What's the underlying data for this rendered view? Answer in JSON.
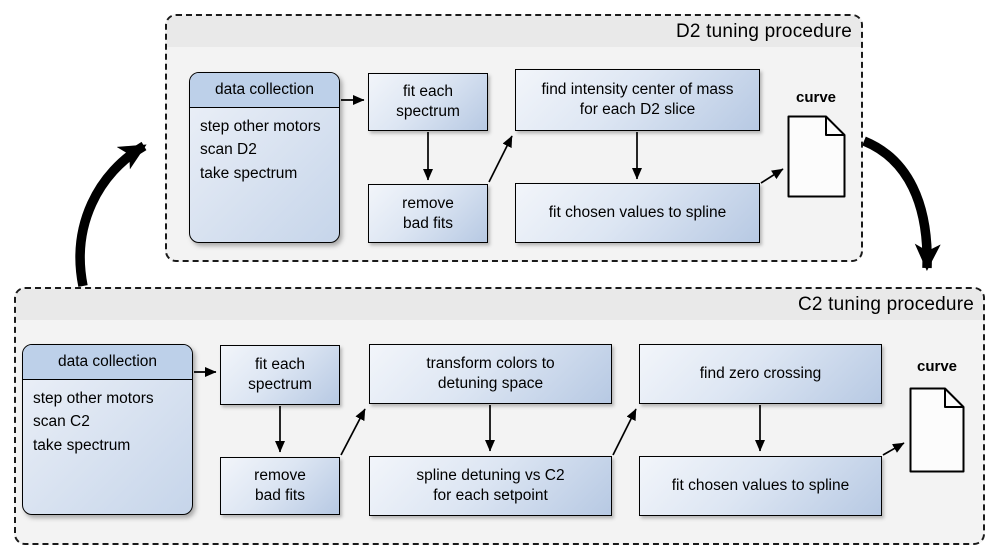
{
  "diagram": {
    "d2": {
      "title": "D2 tuning procedure",
      "data_collection": {
        "header": "data collection",
        "body": "step other motors\nscan D2\ntake spectrum"
      },
      "fit_each_spectrum": "fit each\nspectrum",
      "remove_bad_fits": "remove\nbad fits",
      "find_intensity": "find intensity center of mass\nfor each D2 slice",
      "fit_chosen": "fit chosen values to spline",
      "curve": "curve"
    },
    "c2": {
      "title": "C2 tuning procedure",
      "data_collection": {
        "header": "data collection",
        "body": "step other motors\nscan C2\ntake spectrum"
      },
      "fit_each_spectrum": "fit each\nspectrum",
      "remove_bad_fits": "remove\nbad fits",
      "transform_colors": "transform colors to\ndetuning space",
      "spline_detuning": "spline detuning vs C2\nfor each setpoint",
      "find_zero_crossing": "find zero crossing",
      "fit_chosen": "fit chosen values to spline",
      "curve": "curve"
    },
    "colors": {
      "node_gradient_start": "#f2f5fa",
      "node_gradient_end": "#b7c9e3",
      "data_collection_header_fill": "#bdd0e9",
      "panel_fill": "#f3f3f3",
      "panel_titlebar_fill": "#e9e9e9"
    }
  }
}
